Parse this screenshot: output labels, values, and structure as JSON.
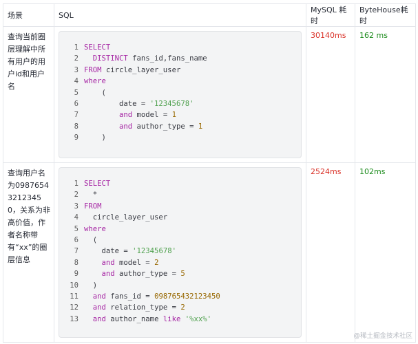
{
  "table": {
    "headers": [
      "场景",
      "SQL",
      "MySQL 耗时",
      "ByteHouse耗时"
    ],
    "rows": [
      {
        "scene": "查询当前圈层理解中所有用户的用户id和用户名",
        "mysql_time": "30140ms",
        "bytehouse_time": "162 ms",
        "sql_lines": [
          {
            "n": "1",
            "tokens": [
              {
                "t": "SELECT",
                "k": "kw"
              }
            ]
          },
          {
            "n": "2",
            "tokens": [
              {
                "t": "  ",
                "k": "pl"
              },
              {
                "t": "DISTINCT",
                "k": "kw"
              },
              {
                "t": " fans_id,fans_name",
                "k": "pl"
              }
            ]
          },
          {
            "n": "3",
            "tokens": [
              {
                "t": "FROM",
                "k": "kw"
              },
              {
                "t": " circle_layer_user",
                "k": "pl"
              }
            ]
          },
          {
            "n": "4",
            "tokens": [
              {
                "t": "where",
                "k": "kw"
              }
            ]
          },
          {
            "n": "5",
            "tokens": [
              {
                "t": "    (",
                "k": "pl"
              }
            ]
          },
          {
            "n": "6",
            "tokens": [
              {
                "t": "        date = ",
                "k": "pl"
              },
              {
                "t": "'12345678'",
                "k": "str"
              }
            ]
          },
          {
            "n": "7",
            "tokens": [
              {
                "t": "        ",
                "k": "pl"
              },
              {
                "t": "and",
                "k": "kw"
              },
              {
                "t": " model = ",
                "k": "pl"
              },
              {
                "t": "1",
                "k": "num"
              }
            ]
          },
          {
            "n": "8",
            "tokens": [
              {
                "t": "        ",
                "k": "pl"
              },
              {
                "t": "and",
                "k": "kw"
              },
              {
                "t": " author_type = ",
                "k": "pl"
              },
              {
                "t": "1",
                "k": "num"
              }
            ]
          },
          {
            "n": "9",
            "tokens": [
              {
                "t": "    )",
                "k": "pl"
              }
            ]
          }
        ]
      },
      {
        "scene": "查询用户名为098765432123450，关系为非高价值，作者名称带有“xx”的圈层信息",
        "mysql_time": "2524ms",
        "bytehouse_time": "102ms",
        "sql_lines": [
          {
            "n": "1",
            "tokens": [
              {
                "t": "SELECT",
                "k": "kw"
              }
            ]
          },
          {
            "n": "2",
            "tokens": [
              {
                "t": "  *",
                "k": "pl"
              }
            ]
          },
          {
            "n": "3",
            "tokens": [
              {
                "t": "FROM",
                "k": "kw"
              }
            ]
          },
          {
            "n": "4",
            "tokens": [
              {
                "t": "  circle_layer_user",
                "k": "pl"
              }
            ]
          },
          {
            "n": "5",
            "tokens": [
              {
                "t": "where",
                "k": "kw"
              }
            ]
          },
          {
            "n": "6",
            "tokens": [
              {
                "t": "  (",
                "k": "pl"
              }
            ]
          },
          {
            "n": "7",
            "tokens": [
              {
                "t": "    date = ",
                "k": "pl"
              },
              {
                "t": "'12345678'",
                "k": "str"
              }
            ]
          },
          {
            "n": "8",
            "tokens": [
              {
                "t": "    ",
                "k": "pl"
              },
              {
                "t": "and",
                "k": "kw"
              },
              {
                "t": " model = ",
                "k": "pl"
              },
              {
                "t": "2",
                "k": "num"
              }
            ]
          },
          {
            "n": "9",
            "tokens": [
              {
                "t": "    ",
                "k": "pl"
              },
              {
                "t": "and",
                "k": "kw"
              },
              {
                "t": " author_type = ",
                "k": "pl"
              },
              {
                "t": "5",
                "k": "num"
              }
            ]
          },
          {
            "n": "10",
            "tokens": [
              {
                "t": "  )",
                "k": "pl"
              }
            ]
          },
          {
            "n": "11",
            "tokens": [
              {
                "t": "  ",
                "k": "pl"
              },
              {
                "t": "and",
                "k": "kw"
              },
              {
                "t": " fans_id = ",
                "k": "pl"
              },
              {
                "t": "098765432123450",
                "k": "num"
              }
            ]
          },
          {
            "n": "12",
            "tokens": [
              {
                "t": "  ",
                "k": "pl"
              },
              {
                "t": "and",
                "k": "kw"
              },
              {
                "t": " relation_type = ",
                "k": "pl"
              },
              {
                "t": "2",
                "k": "num"
              }
            ]
          },
          {
            "n": "13",
            "tokens": [
              {
                "t": "  ",
                "k": "pl"
              },
              {
                "t": "and",
                "k": "kw"
              },
              {
                "t": " author_name ",
                "k": "pl"
              },
              {
                "t": "like",
                "k": "kw"
              },
              {
                "t": " ",
                "k": "pl"
              },
              {
                "t": "'%xx%'",
                "k": "str"
              }
            ]
          }
        ]
      }
    ]
  },
  "watermark": "@稀土掘金技术社区",
  "colors": {
    "mysql_time": "#d93026",
    "bytehouse_time": "#1a8a1a",
    "keyword": "#a626a4",
    "string": "#50a14f",
    "number": "#986801",
    "code_bg": "#f3f4f5"
  }
}
